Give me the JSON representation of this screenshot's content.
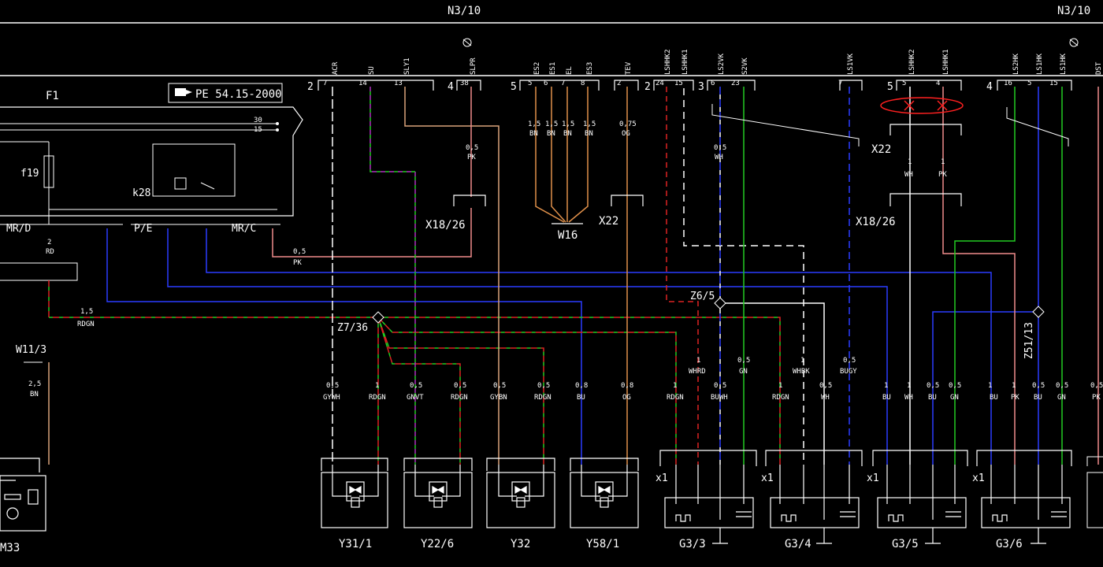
{
  "sheet": {
    "title_left": "N3/10",
    "title_right": "N3/10",
    "fuse_block": "F1",
    "ref_note": "PE 54.15-2000",
    "fuse": "f19",
    "relay": "k28",
    "terminal_30": "30",
    "terminal_15": "15",
    "left_connectors": {
      "mr_d": "MR/D",
      "p_e": "P/E",
      "mr_c": "MR/C"
    },
    "splices": {
      "z7_36": "Z7/36",
      "z6_5": "Z6/5",
      "z51_13": "Z51/13"
    },
    "wiring_harness": "W16",
    "ground": "W11/3",
    "connectors": {
      "x22_a": "X22",
      "x22_b": "X22",
      "x18_26_a": "X18/26",
      "x18_26_b": "X18/26"
    },
    "pin_header_labels": [
      "ACR",
      "SU",
      "SLY1",
      "SLPR",
      "ES2",
      "ES1",
      "EL",
      "ES3",
      "TEV",
      "LSHHK2",
      "LSHHK1",
      "LS2VK",
      "S2VK",
      "LS1VK",
      "LSHHK2",
      "LSHHK1",
      "LS2HK",
      "LS1HK",
      "LS1HK",
      "DST"
    ],
    "pin_numbers": [
      "7",
      "14",
      "13",
      "38",
      "5",
      "6",
      "7",
      "8",
      "2",
      "24",
      "15",
      "6",
      "23",
      "7",
      "4",
      "5",
      "16",
      "5",
      "15"
    ],
    "group_numbers": [
      "2",
      "4",
      "5",
      "2",
      "3",
      "5",
      "4"
    ],
    "wire_specs_top": [
      {
        "gauge": "0,5",
        "color": "PK"
      },
      {
        "gauge": "1,5",
        "color": "BN"
      },
      {
        "gauge": "1,5",
        "color": "BN"
      },
      {
        "gauge": "1,5",
        "color": "BN"
      },
      {
        "gauge": "1,5",
        "color": "BN"
      },
      {
        "gauge": "0,75",
        "color": "OG"
      },
      {
        "gauge": "0,5",
        "color": "WH"
      },
      {
        "gauge": "1,5",
        "color": "RDGN"
      },
      {
        "gauge": "0,5",
        "color": "PK"
      },
      {
        "gauge": "2",
        "color": "RD"
      },
      {
        "gauge": "2,5",
        "color": "BN"
      }
    ],
    "x22_wires": [
      "WH",
      "PK"
    ],
    "x22_wire_gauge": "1",
    "bottom_wires": [
      {
        "gauge": "0,5",
        "color": "GYWH"
      },
      {
        "gauge": "1",
        "color": "RDGN"
      },
      {
        "gauge": "0,5",
        "color": "GNVT"
      },
      {
        "gauge": "0,5",
        "color": "RDGN"
      },
      {
        "gauge": "0,5",
        "color": "GYBN"
      },
      {
        "gauge": "0,5",
        "color": "RDGN"
      },
      {
        "gauge": "0,8",
        "color": "BU"
      },
      {
        "gauge": "0,8",
        "color": "OG"
      },
      {
        "gauge": "1",
        "color": "RDGN"
      },
      {
        "gauge": "1",
        "color": "WHRD"
      },
      {
        "gauge": "0,5",
        "color": "BUWH"
      },
      {
        "gauge": "0,5",
        "color": "GN"
      },
      {
        "gauge": "1",
        "color": "RDGN"
      },
      {
        "gauge": "1",
        "color": "WHBK"
      },
      {
        "gauge": "0,5",
        "color": "WH"
      },
      {
        "gauge": "0,5",
        "color": "BUGY"
      },
      {
        "gauge": "1",
        "color": "BU"
      },
      {
        "gauge": "1",
        "color": "WH"
      },
      {
        "gauge": "0,5",
        "color": "BU"
      },
      {
        "gauge": "0,5",
        "color": "GN"
      },
      {
        "gauge": "1",
        "color": "BU"
      },
      {
        "gauge": "1",
        "color": "PK"
      },
      {
        "gauge": "0,5",
        "color": "BU"
      },
      {
        "gauge": "0,5",
        "color": "GN"
      },
      {
        "gauge": "0,5",
        "color": "PK"
      }
    ],
    "valves": [
      "Y31/1",
      "Y22/6",
      "Y32",
      "Y58/1"
    ],
    "sensors": [
      "G3/3",
      "G3/4",
      "G3/5",
      "G3/6"
    ],
    "sensor_connector_prefix": "x1",
    "motor": "M33"
  },
  "colors": {
    "background": "#000000",
    "line": "#ffffff",
    "blue": "#2a3cff",
    "green": "#22cc22",
    "red": "#dd2222",
    "pink": "#f08c8c",
    "orange": "#e0904a",
    "tan": "#d9a37a",
    "purple": "#b030c0",
    "markup": "#ff2020"
  }
}
